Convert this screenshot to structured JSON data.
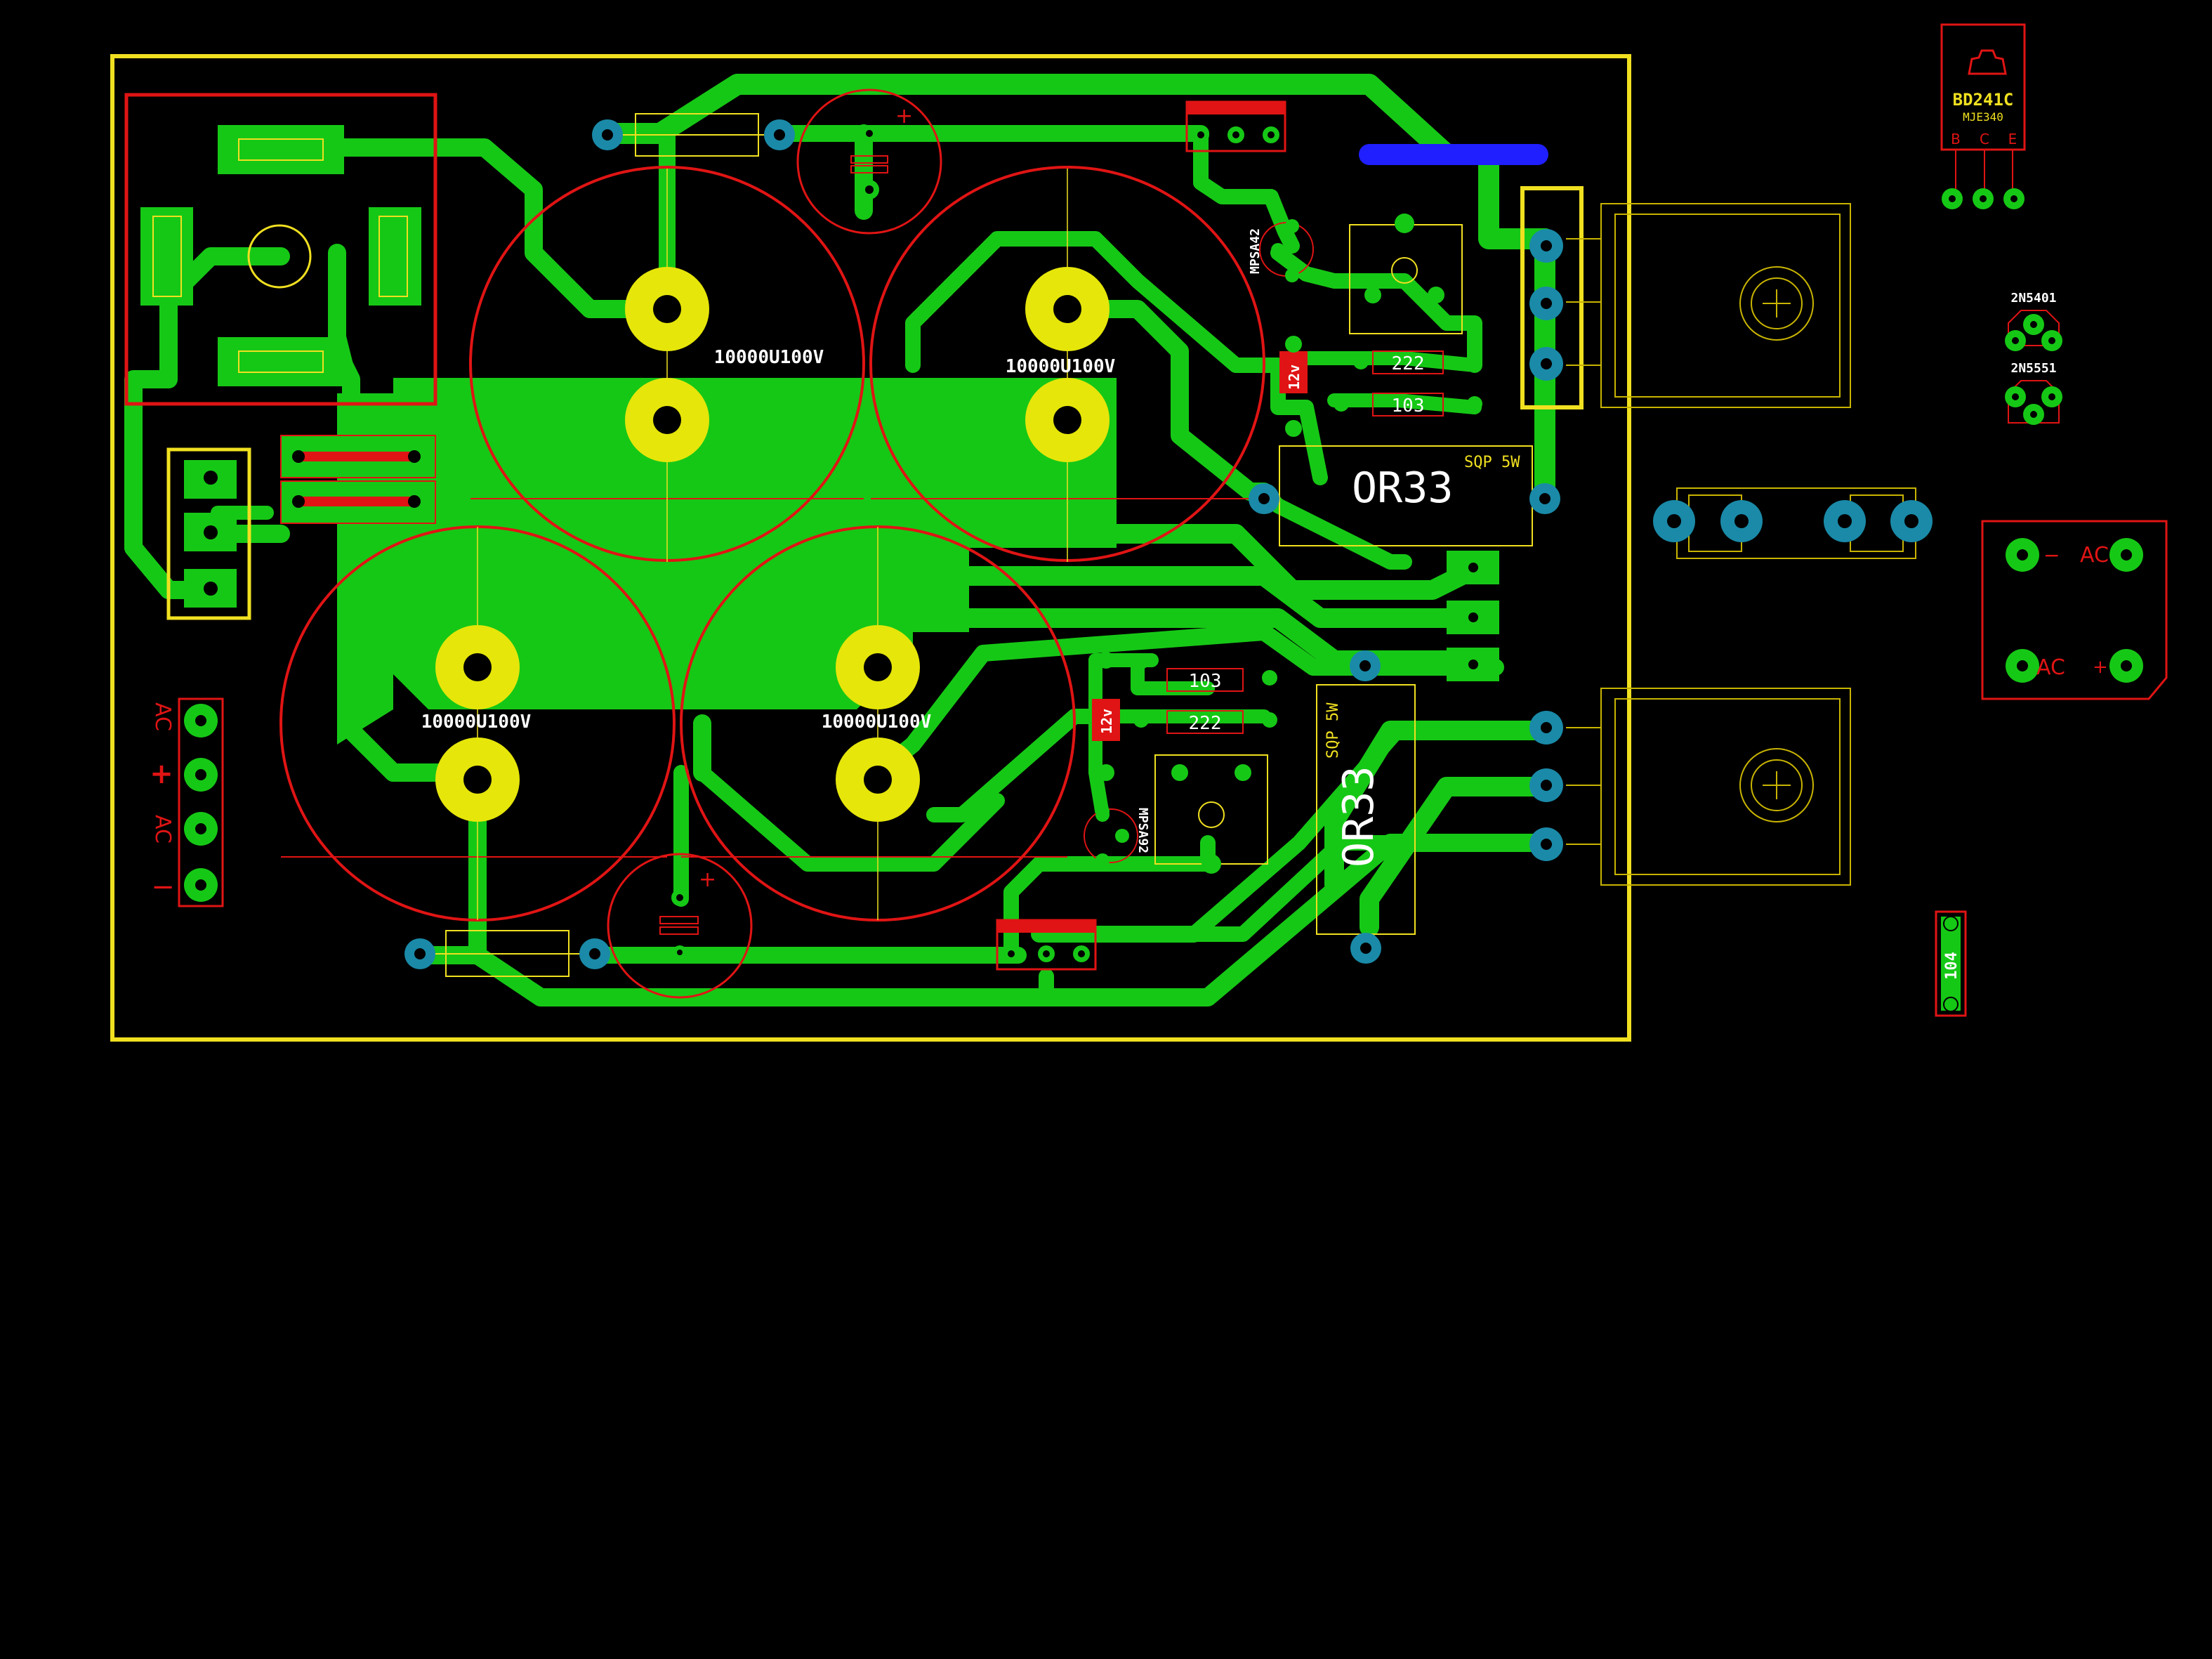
{
  "colors": {
    "background": "#000000",
    "copper": "#16c816",
    "copper_top": "#1f1fff",
    "silkscreen_red": "#e01414",
    "silkscreen_yellow": "#f0e020",
    "pad_yellow": "#e6e60a",
    "pad_teal": "#1a8aa8",
    "text_white": "#ffffff"
  },
  "board": {
    "outline": "board-outline",
    "capacitor_value": "10000U100V",
    "capacitor_labels": [
      "10000U100V",
      "10000U100V",
      "10000U100V",
      "10000U100V"
    ],
    "resistor_power_value": "OR33",
    "resistor_power_rating": "SQP 5W",
    "resistor_small_values": [
      "222",
      "103",
      "103",
      "222"
    ],
    "zener_label": "12v",
    "transistor_small": [
      "MPSA42",
      "MPSA92"
    ],
    "input_terminal_labels": [
      "AC",
      "+",
      "AC",
      "−"
    ],
    "electrolytic_polarity": "+"
  },
  "parts": {
    "power_transistor": {
      "name": "BD241C",
      "alt": "MJE340",
      "pins": [
        "B",
        "C",
        "E"
      ]
    },
    "small_transistors": [
      "2N5401",
      "2N5551"
    ],
    "bridge_labels": {
      "minus": "−",
      "ac_top": "AC",
      "ac_bottom": "AC",
      "plus": "+"
    },
    "small_cap": "104"
  }
}
